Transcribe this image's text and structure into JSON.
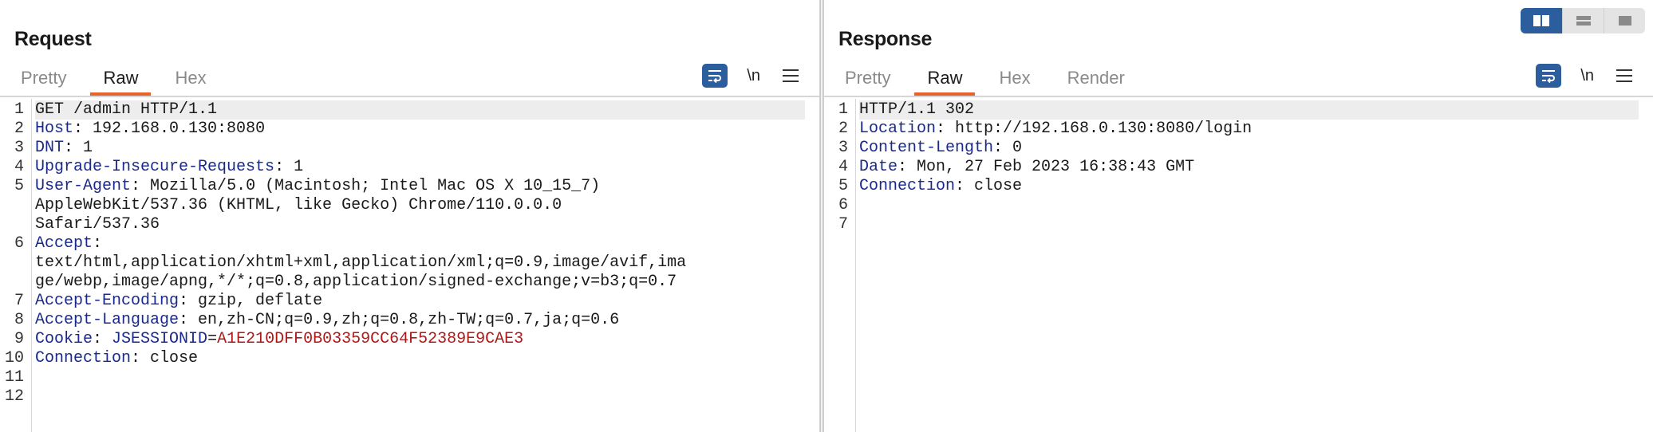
{
  "request": {
    "title": "Request",
    "tabs": [
      {
        "label": "Pretty",
        "active": false
      },
      {
        "label": "Raw",
        "active": true
      },
      {
        "label": "Hex",
        "active": false
      }
    ],
    "newline_label": "\\n",
    "lines": [
      {
        "num": "1",
        "key": "",
        "sep": "",
        "text": "GET /admin HTTP/1.1",
        "highlight": true
      },
      {
        "num": "2",
        "key": "Host",
        "sep": ": ",
        "text": "192.168.0.130:8080"
      },
      {
        "num": "3",
        "key": "DNT",
        "sep": ": ",
        "text": "1"
      },
      {
        "num": "4",
        "key": "Upgrade-Insecure-Requests",
        "sep": ": ",
        "text": "1"
      },
      {
        "num": "5",
        "key": "User-Agent",
        "sep": ": ",
        "text": "Mozilla/5.0 (Macintosh; Intel Mac OS X 10_15_7)"
      },
      {
        "num": "",
        "key": "",
        "sep": "",
        "text": "AppleWebKit/537.36 (KHTML, like Gecko) Chrome/110.0.0.0"
      },
      {
        "num": "",
        "key": "",
        "sep": "",
        "text": "Safari/537.36"
      },
      {
        "num": "6",
        "key": "Accept",
        "sep": ":",
        "text": ""
      },
      {
        "num": "",
        "key": "",
        "sep": "",
        "text": "text/html,application/xhtml+xml,application/xml;q=0.9,image/avif,ima"
      },
      {
        "num": "",
        "key": "",
        "sep": "",
        "text": "ge/webp,image/apng,*/*;q=0.8,application/signed-exchange;v=b3;q=0.7"
      },
      {
        "num": "7",
        "key": "Accept-Encoding",
        "sep": ": ",
        "text": "gzip, deflate"
      },
      {
        "num": "8",
        "key": "Accept-Language",
        "sep": ": ",
        "text": "en,zh-CN;q=0.9,zh;q=0.8,zh-TW;q=0.7,ja;q=0.6"
      },
      {
        "num": "9",
        "key": "Cookie",
        "sep": ": ",
        "cookie_name": "JSESSIONID",
        "cookie_eq": "=",
        "cookie_value": "A1E210DFF0B03359CC64F52389E9CAE3"
      },
      {
        "num": "10",
        "key": "Connection",
        "sep": ": ",
        "text": "close"
      },
      {
        "num": "11",
        "key": "",
        "sep": "",
        "text": ""
      },
      {
        "num": "12",
        "key": "",
        "sep": "",
        "text": ""
      }
    ]
  },
  "response": {
    "title": "Response",
    "tabs": [
      {
        "label": "Pretty",
        "active": false
      },
      {
        "label": "Raw",
        "active": true
      },
      {
        "label": "Hex",
        "active": false
      },
      {
        "label": "Render",
        "active": false
      }
    ],
    "newline_label": "\\n",
    "lines": [
      {
        "num": "1",
        "key": "",
        "sep": "",
        "text": "HTTP/1.1 302",
        "highlight": true
      },
      {
        "num": "2",
        "key": "Location",
        "sep": ": ",
        "text": "http://192.168.0.130:8080/login"
      },
      {
        "num": "3",
        "key": "Content-Length",
        "sep": ": ",
        "text": "0"
      },
      {
        "num": "4",
        "key": "Date",
        "sep": ": ",
        "text": "Mon, 27 Feb 2023 16:38:43 GMT"
      },
      {
        "num": "5",
        "key": "Connection",
        "sep": ": ",
        "text": "close"
      },
      {
        "num": "6",
        "key": "",
        "sep": "",
        "text": ""
      },
      {
        "num": "7",
        "key": "",
        "sep": "",
        "text": ""
      }
    ]
  },
  "colors": {
    "accent_tab_underline": "#e8622b",
    "active_button": "#2c5e9e",
    "header_key": "#1a2a8c",
    "cookie_value": "#b01818"
  },
  "icons": [
    "wrap-lines-icon",
    "newline-icon",
    "menu-icon",
    "side-by-side-layout-icon",
    "top-bottom-layout-icon",
    "single-pane-layout-icon"
  ]
}
